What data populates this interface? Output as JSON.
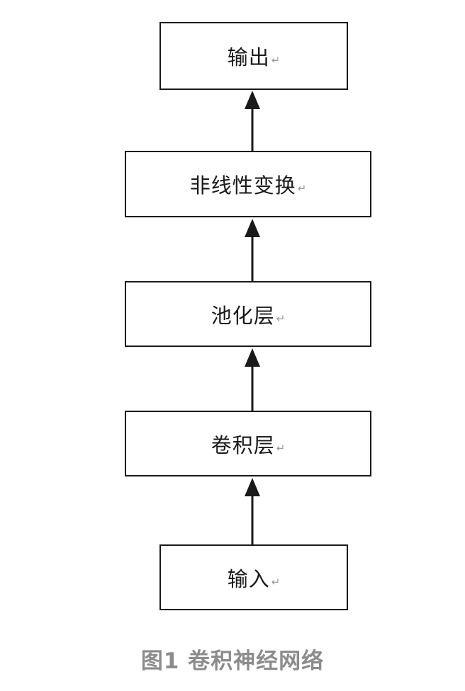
{
  "diagram": {
    "nodes": [
      {
        "id": "output",
        "label": "输出"
      },
      {
        "id": "nonlinear",
        "label": "非线性变换"
      },
      {
        "id": "pooling",
        "label": "池化层"
      },
      {
        "id": "conv",
        "label": "卷积层"
      },
      {
        "id": "input",
        "label": "输入"
      }
    ],
    "edges": [
      {
        "from": "input",
        "to": "conv"
      },
      {
        "from": "conv",
        "to": "pooling"
      },
      {
        "from": "pooling",
        "to": "nonlinear"
      },
      {
        "from": "nonlinear",
        "to": "output"
      }
    ],
    "paragraph_mark": "↵",
    "caption": "图1 卷积神经网络",
    "colors": {
      "stroke": "#1a1a1a",
      "caption": "#8c8c8c",
      "paragraph_mark": "#9a9a9a"
    }
  }
}
